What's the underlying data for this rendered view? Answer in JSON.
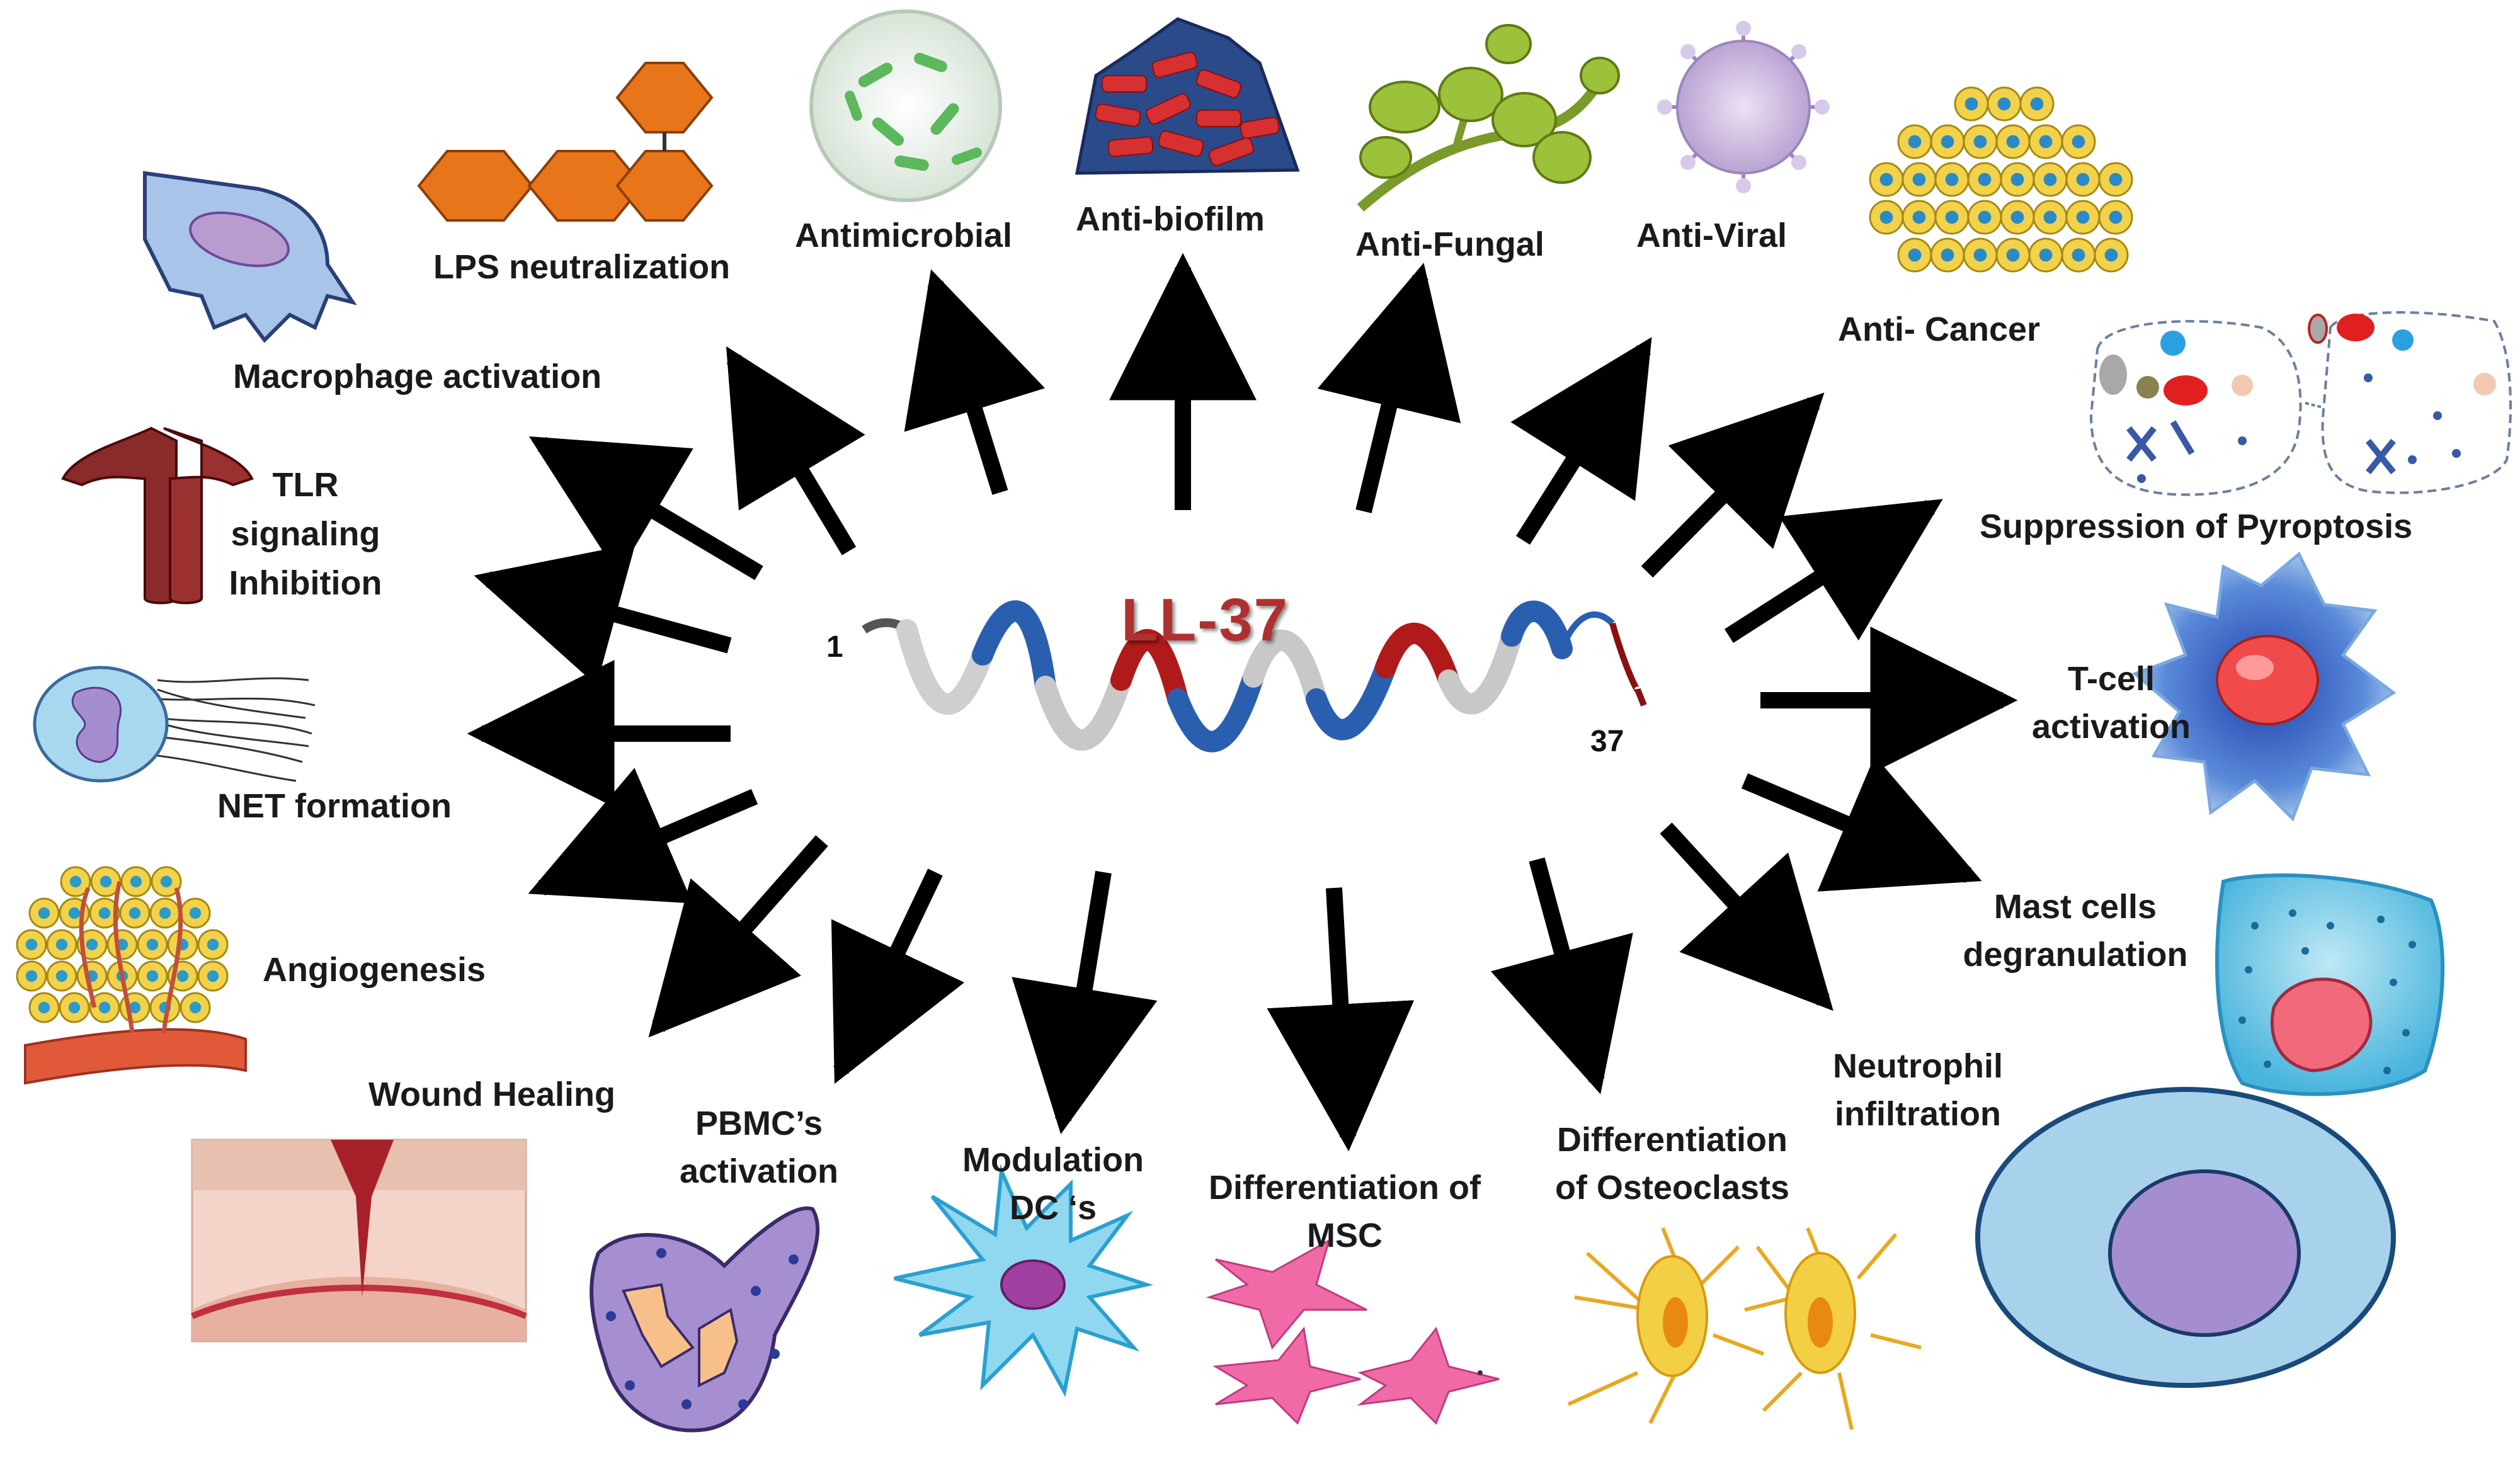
{
  "title": "LL-37",
  "termini": {
    "n": "1",
    "c": "37"
  },
  "colors": {
    "arrow": "#000000",
    "title": "#b03030",
    "helix_gray": "#c8c8c8",
    "helix_blue": "#2a5fb0",
    "helix_red": "#b01a1a"
  },
  "effects": {
    "lps": "LPS neutralization",
    "antimicrobial": "Antimicrobial",
    "antibiofilm": "Anti-biofilm",
    "antifungal": "Anti-Fungal",
    "antiviral": "Anti-Viral",
    "anticancer": "Anti- Cancer",
    "pyroptosis": "Suppression of  Pyroptosis",
    "tcell_1": "T-cell",
    "tcell_2": "activation",
    "mast_1": "Mast cells",
    "mast_2": "degranulation",
    "neutrophil_1": "Neutrophil",
    "neutrophil_2": "infiltration",
    "osteo_1": "Differentiation",
    "osteo_2": "of  Osteoclasts",
    "msc_1": "Differentiation of",
    "msc_2": "MSC",
    "dc_1": "Modulation",
    "dc_2": "DC ‘s",
    "pbmc_1": "PBMC’s",
    "pbmc_2": "activation",
    "wound": "Wound Healing",
    "angio": "Angiogenesis",
    "net": "NET formation",
    "tlr_1": "TLR",
    "tlr_2": "signaling",
    "tlr_3": "Inhibition",
    "macrophage": "Macrophage activation"
  }
}
